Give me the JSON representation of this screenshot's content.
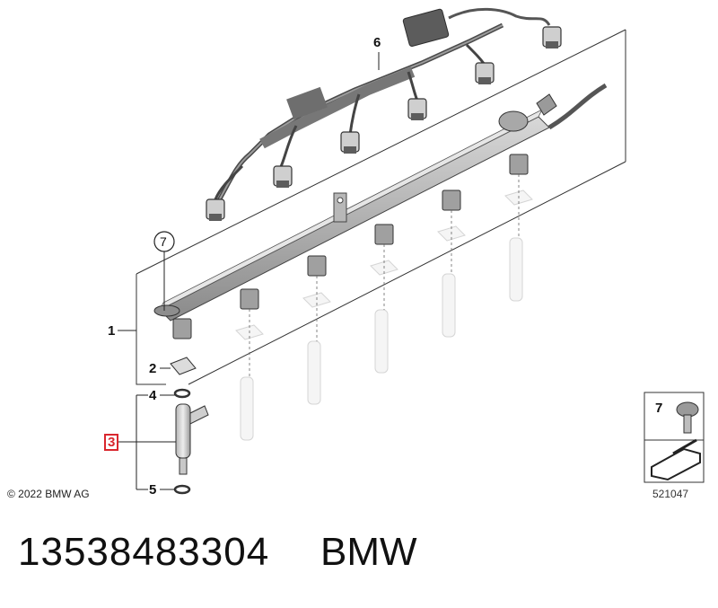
{
  "diagram": {
    "callouts": [
      {
        "id": "1",
        "label": "1",
        "highlighted": false
      },
      {
        "id": "2",
        "label": "2",
        "highlighted": false
      },
      {
        "id": "3",
        "label": "3",
        "highlighted": true,
        "highlight_color": "#d9272e"
      },
      {
        "id": "4",
        "label": "4",
        "highlighted": false
      },
      {
        "id": "5",
        "label": "5",
        "highlighted": false
      },
      {
        "id": "6",
        "label": "6",
        "highlighted": false
      },
      {
        "id": "7",
        "label": "7",
        "highlighted": false
      }
    ],
    "copyright": "© 2022 BMW AG",
    "inset": {
      "number": "7",
      "code": "521047"
    }
  },
  "footer": {
    "part_number": "13538483304",
    "brand": "BMW"
  }
}
